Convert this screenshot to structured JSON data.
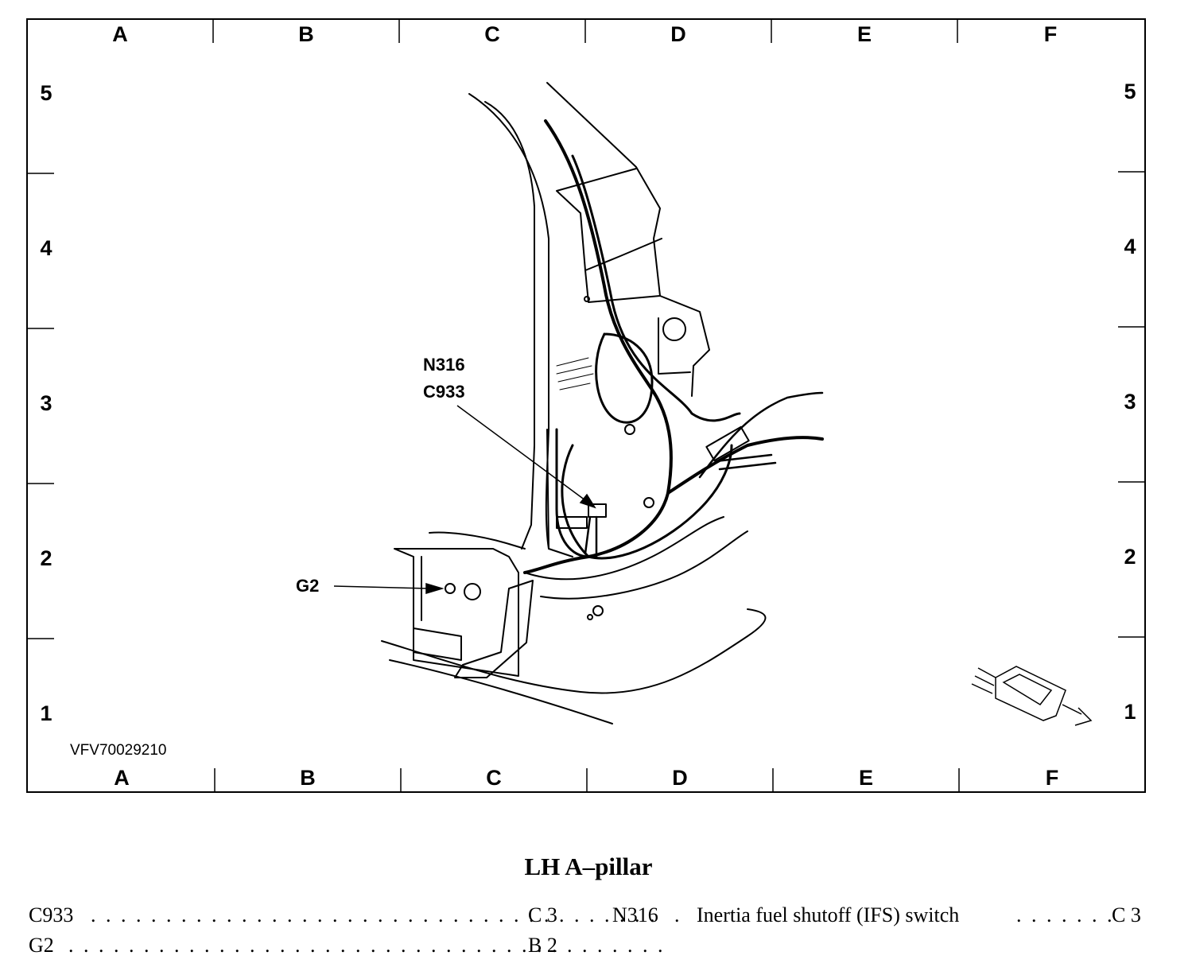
{
  "grid": {
    "columns": [
      "A",
      "B",
      "C",
      "D",
      "E",
      "F"
    ],
    "rows": [
      "5",
      "4",
      "3",
      "2",
      "1"
    ]
  },
  "callouts": {
    "n316": "N316",
    "c933": "C933",
    "g2": "G2"
  },
  "figure_id": "VFV70029210",
  "title": "LH A–pillar",
  "legend": {
    "items": [
      {
        "code": "C933",
        "description": "",
        "location": "C 3"
      },
      {
        "code": "G2",
        "description": "",
        "location": "B 2"
      },
      {
        "code": "N316",
        "description": "Inertia fuel shutoff (IFS) switch",
        "location": "C 3"
      }
    ]
  },
  "colors": {
    "ink": "#000000",
    "background": "#ffffff"
  }
}
